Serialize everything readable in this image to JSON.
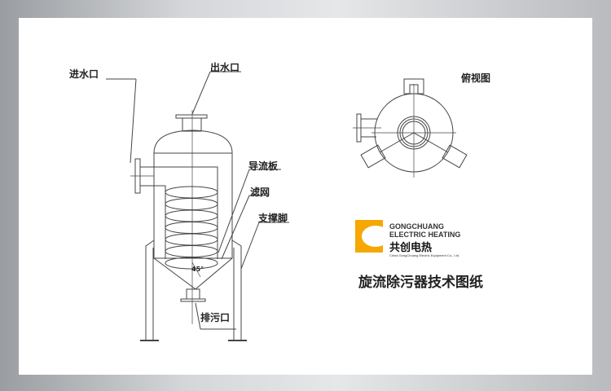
{
  "labels": {
    "inlet": "进水口",
    "outlet": "出水口",
    "baffle": "导流板",
    "filter": "滤网",
    "support": "支撑脚",
    "drain": "排污口",
    "angle": "45°",
    "top_view": "俯视图"
  },
  "logo": {
    "line1": "GONGCHUANG",
    "line2": "ELECTRIC HEATING",
    "cn": "共创电热",
    "sub": "China GongChuang Electric Equipment Co., Ltd.",
    "color": "#f6a800"
  },
  "title": "旋流除污器技术图纸"
}
